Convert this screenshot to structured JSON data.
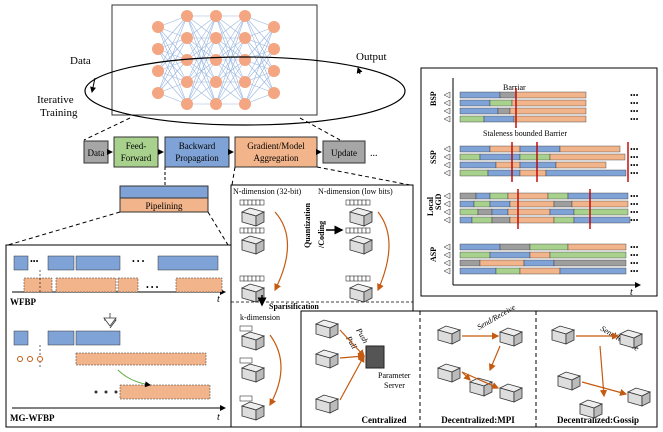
{
  "top": {
    "data_label": "Data",
    "output_label": "Output",
    "iterative_label": "Iterative",
    "training_label": "Training"
  },
  "pipeline": {
    "data": "Data",
    "feed_1": "Feed-",
    "feed_2": "Forward",
    "backward_1": "Backward",
    "backward_2": "Propagation",
    "gradient_1": "Gradient/Model",
    "gradient_2": "Aggregation",
    "update": "Update",
    "ellipsis": "...",
    "pipelining": "Pipelining"
  },
  "sync": {
    "bsp": "BSP",
    "ssp": "SSP",
    "local_sgd_1": "Local",
    "local_sgd_2": "SGD",
    "asp": "ASP",
    "barriar": "Barriar",
    "staleness": "Staleness bounded Barrier",
    "t_axis": "t"
  },
  "compression": {
    "n_dim_32": "N-dimension (32-bit)",
    "n_dim_low": "N-dimension (low bits)",
    "quant_1": "Quantization",
    "quant_2": "/Coding",
    "sparsification": "Sparisification",
    "k_dim": "k-dimension"
  },
  "wfbp": {
    "label": "WFBP",
    "mg_label": "MG-WFBP",
    "t_axis": "t"
  },
  "arch": {
    "push": "Push",
    "pull": "Pull",
    "param_1": "Parameter",
    "param_2": "Server",
    "centralized": "Centralized",
    "mpi": "Decentralized:MPI",
    "gossip": "Decentralized:Gossip",
    "send_recv_1": "Send/Receive",
    "send_recv_2": "Send/Receive"
  },
  "colors": {
    "blue": "#7fa3d6",
    "orange": "#f2b48a",
    "green": "#a9d18e",
    "gray": "#9e9e9e",
    "red": "#c00000",
    "node": "#f4a582"
  }
}
